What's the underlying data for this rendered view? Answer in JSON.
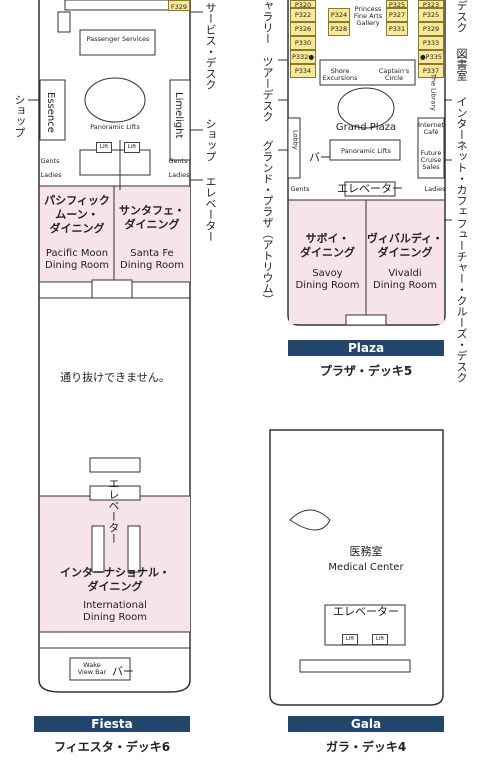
{
  "fiesta": {
    "room_top": "F329",
    "passenger_services": "Passenger Services",
    "essence": "Essence",
    "limelight": "Limelight",
    "panoramic_lifts": "Panoramic Lifts",
    "gents": "Gents",
    "ladies": "Ladies",
    "lift": "Lift",
    "pacific_jp": "パシフィック\nムーン・\nダイニング",
    "pacific_en": "Pacific Moon\nDining Room",
    "santafe_jp": "サンタフェ・\nダイニング",
    "santafe_en": "Santa Fe\nDining Room",
    "no_pass": "通り抜けできません。",
    "elevator_jp": "エレベーター",
    "intl_jp": "インターナショナル・\nダイニング",
    "intl_en": "International\nDining Room",
    "wake_bar": "Wake\nView Bar",
    "bar_jp": "バー",
    "tag": "Fiesta",
    "caption": "フィエスタ・デッキ6",
    "side_service_desk": "サービス・デスク",
    "side_shop_right": "ショップ",
    "side_elevator": "エレベーター",
    "side_shop_left": "ショップ"
  },
  "plaza": {
    "rooms_left": [
      "P320",
      "P322",
      "P326",
      "P330",
      "P332●",
      "P334"
    ],
    "rooms_mid1": [
      "P324",
      "P328"
    ],
    "rooms_mid2": [
      "P325",
      "P327",
      "P331"
    ],
    "rooms_right": [
      "P323",
      "P325",
      "P329",
      "P333",
      "●P335",
      "P337"
    ],
    "gallery": "Princess\nFine Arts\nGallery",
    "shore": "Shore\nExcursions",
    "captains_circle": "Captain's\nCircle",
    "library": "The Library",
    "grand_plaza": "Grand Plaza",
    "panoramic_lifts": "Panoramic Lifts",
    "lobby": "Lobby",
    "internet_cafe": "Internet\nCafé",
    "future_cruise": "Future\nCruise\nSales",
    "gents": "Gents",
    "ladies": "Ladies",
    "bar_jp": "バー",
    "elevator_jp": "エレベーター",
    "savoy_jp": "サボイ・\nダイニング",
    "savoy_en": "Savoy\nDining Room",
    "vivaldi_jp": "ヴィバルディ・\nダイニング",
    "vivaldi_en": "Vivaldi\nDining Room",
    "tag": "Plaza",
    "caption": "プラザ・デッキ5",
    "side_gallery": "ャラリー",
    "side_tour_desk": "ツアーデスク",
    "side_grand_plaza": "グランド・プラザ（アトリウム）",
    "side_desk": "デスク",
    "side_library": "図書室",
    "side_internet": "インターネット・カフェ",
    "side_future": "フューチャー・クルーズ・デスク"
  },
  "gala": {
    "medical_jp": "医務室",
    "medical_en": "Medical Center",
    "elevator_jp": "エレベーター",
    "lift": "Lift",
    "tag": "Gala",
    "caption": "ガラ・デッキ4"
  },
  "colors": {
    "tag_bg": "#23466d",
    "pink": "#f7e3ea",
    "room_yellow": "#f7e89a"
  }
}
